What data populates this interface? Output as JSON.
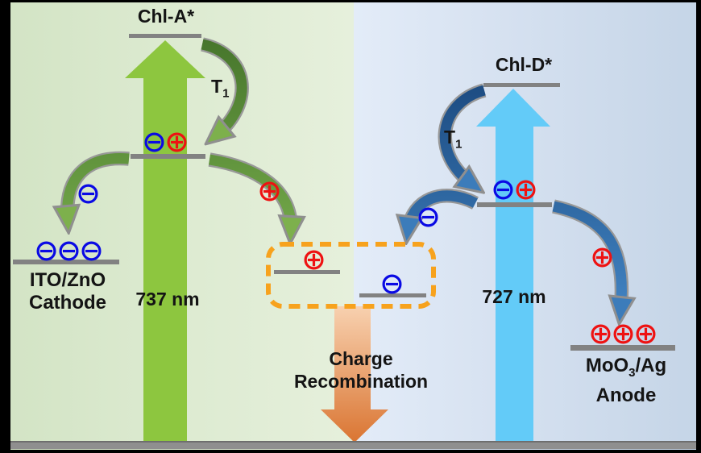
{
  "colors": {
    "electron": "#0a0ae4",
    "hole": "#ee1212",
    "level_line": "#828282",
    "substrate": "#8f8f8f",
    "green_arrow": "#8dc63f",
    "blue_arrow": "#63cbf8",
    "dark_green_start": "#47762c",
    "dark_green_end": "#74a94a",
    "dark_green_head": "#7db04c",
    "dark_blue_start": "#1d4c82",
    "dark_blue_end": "#4285c4",
    "dark_blue_head": "#3c7cba",
    "box_orange": "#f7a21d",
    "recomb_top": "#f8d2b1",
    "recomb_bottom": "#da7532"
  },
  "left_panel": {
    "excited_state_label": "Chl-A*",
    "triplet_label": {
      "base": "T",
      "sub": "1"
    },
    "wavelength": "737 nm",
    "electrode_line1": "ITO/ZnO",
    "electrode_line2": "Cathode",
    "electrode_charges": [
      "electron",
      "electron",
      "electron"
    ],
    "exciton_charges": [
      "electron",
      "hole"
    ],
    "electron_transfer_charge": [
      "electron"
    ],
    "hole_transfer_charge": [
      "hole"
    ]
  },
  "right_panel": {
    "excited_state_label": "Chl-D*",
    "triplet_label": {
      "base": "T",
      "sub": "1"
    },
    "wavelength": "727 nm",
    "electrode_line1_parts": {
      "pre": "MoO",
      "sub": "3",
      "post": "/Ag"
    },
    "electrode_line2": "Anode",
    "electrode_charges": [
      "hole",
      "hole",
      "hole"
    ],
    "exciton_charges": [
      "electron",
      "hole"
    ],
    "electron_transfer_charge": [
      "electron"
    ],
    "hole_transfer_charge": [
      "hole"
    ]
  },
  "recombination": {
    "label_line1": "Charge",
    "label_line2": "Recombination",
    "trap_hole": [
      "hole"
    ],
    "trap_electron": [
      "electron"
    ]
  }
}
